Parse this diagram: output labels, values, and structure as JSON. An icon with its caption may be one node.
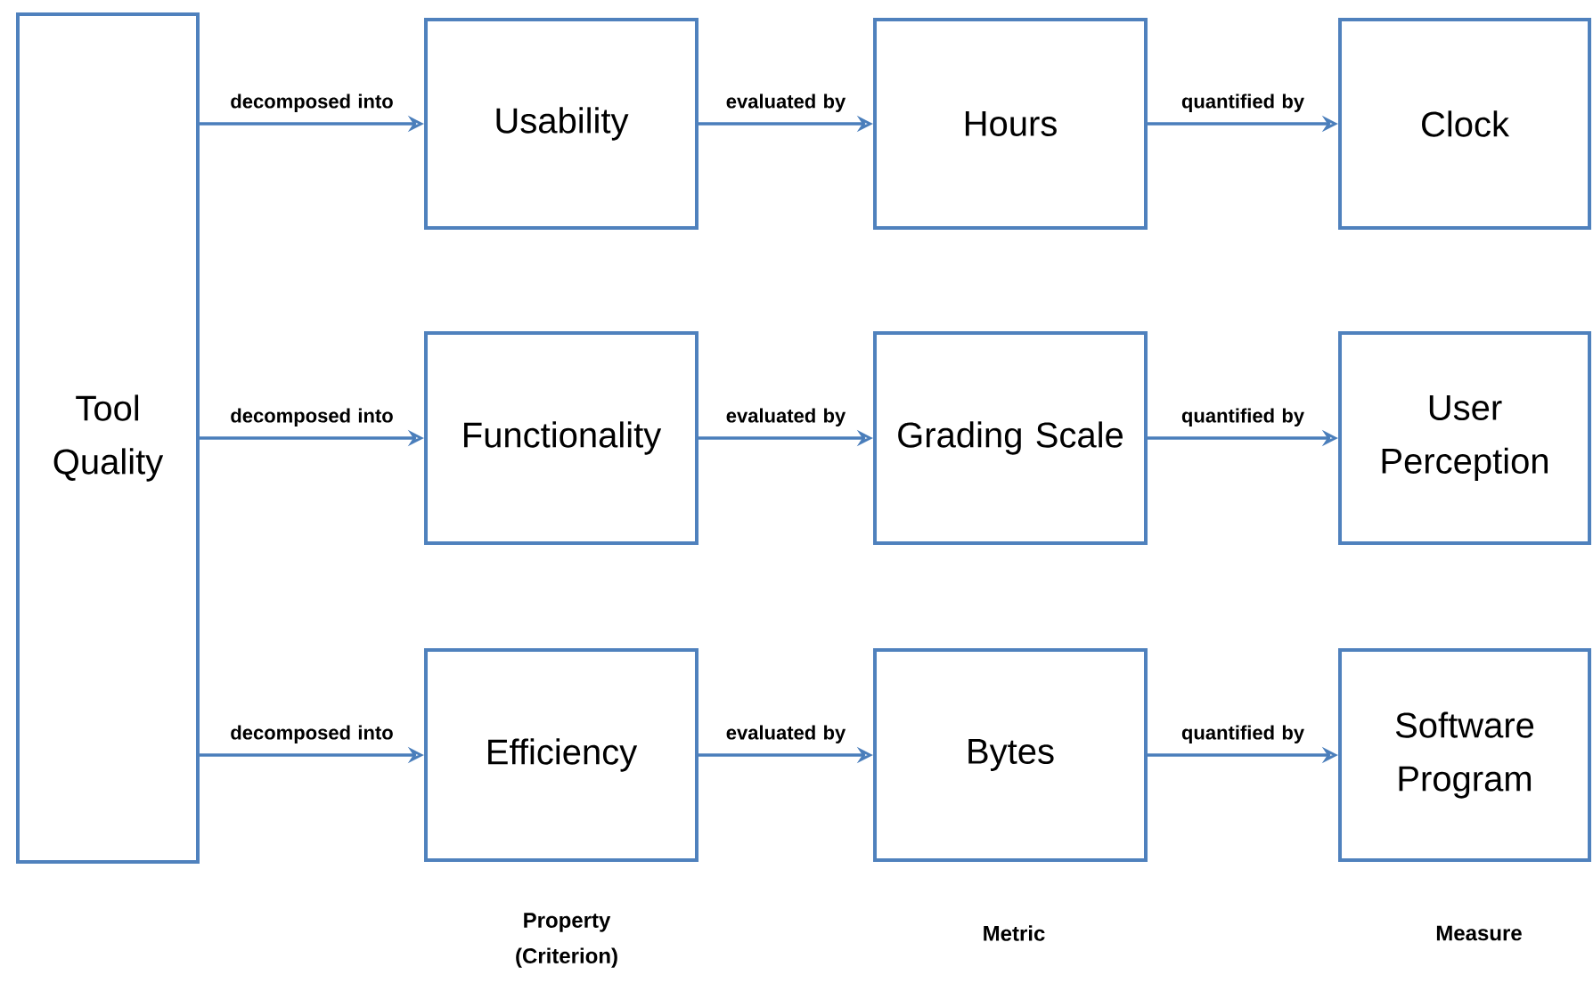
{
  "diagram": {
    "nodes": [
      {
        "text": [
          "Tool Quality"
        ]
      },
      {
        "text": [
          "Usability"
        ]
      },
      {
        "text": [
          "Hours"
        ]
      },
      {
        "text": [
          "Clock"
        ]
      },
      {
        "text": [
          "Functionality"
        ]
      },
      {
        "text": [
          "Grading Scale"
        ]
      },
      {
        "text": [
          "User Perception"
        ]
      },
      {
        "text": [
          "Efficiency"
        ]
      },
      {
        "text": [
          "Bytes"
        ]
      },
      {
        "text": [
          "Software Program"
        ]
      }
    ],
    "edges": [
      {
        "from": 0,
        "to": 1,
        "arrow": "to",
        "label": "decomposed into"
      },
      {
        "from": 1,
        "to": 2,
        "arrow": "to",
        "label": "evaluated by"
      },
      {
        "from": 2,
        "to": 3,
        "arrow": "to",
        "label": "quantified by"
      },
      {
        "from": 0,
        "to": 4,
        "arrow": "to",
        "label": "decomposed into"
      },
      {
        "from": 4,
        "to": 5,
        "arrow": "to",
        "label": "evaluated by"
      },
      {
        "from": 5,
        "to": 6,
        "arrow": "to",
        "label": "quantified by"
      },
      {
        "from": 0,
        "to": 7,
        "arrow": "to",
        "label": "decomposed into"
      },
      {
        "from": 7,
        "to": 8,
        "arrow": "to",
        "label": "evaluated by"
      },
      {
        "from": 8,
        "to": 9,
        "arrow": "to",
        "label": "quantified by"
      }
    ],
    "labels": [
      "Property (Criterion)",
      "Metric",
      "Measure"
    ]
  }
}
